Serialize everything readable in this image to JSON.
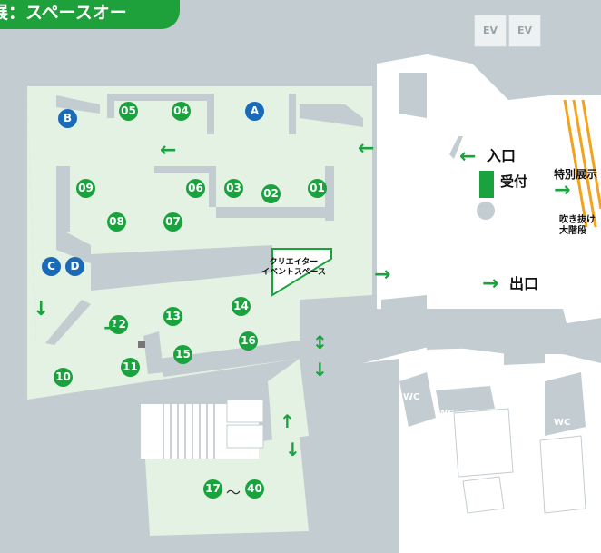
{
  "title": "展：スペースオー",
  "booths": {
    "b01": "01",
    "b02": "02",
    "b03": "03",
    "b04": "04",
    "b05": "05",
    "b06": "06",
    "b07": "07",
    "b08": "08",
    "b09": "09",
    "b10": "10",
    "b11": "11",
    "b12": "12",
    "b13": "13",
    "b14": "14",
    "b15": "15",
    "b16": "16",
    "b17": "17",
    "b40": "40"
  },
  "lettered": {
    "A": "A",
    "B": "B",
    "C": "C",
    "D": "D"
  },
  "range_separator": "〜",
  "labels": {
    "creator_space": "クリエイター\nイベントスペース",
    "entrance": "入口",
    "reception": "受付",
    "exit": "出口",
    "special_exhibit": "特別展示",
    "atrium_stairs": "吹き抜け\n大階段",
    "ev": "EV",
    "wc": "WC"
  },
  "colors": {
    "exhibit_area": "#e3f2e2",
    "wall": "#c3ccd0",
    "accent_green": "#1aa23e",
    "booth_blue": "#1a6ab8",
    "stairs_orange": "#f3a21c"
  }
}
